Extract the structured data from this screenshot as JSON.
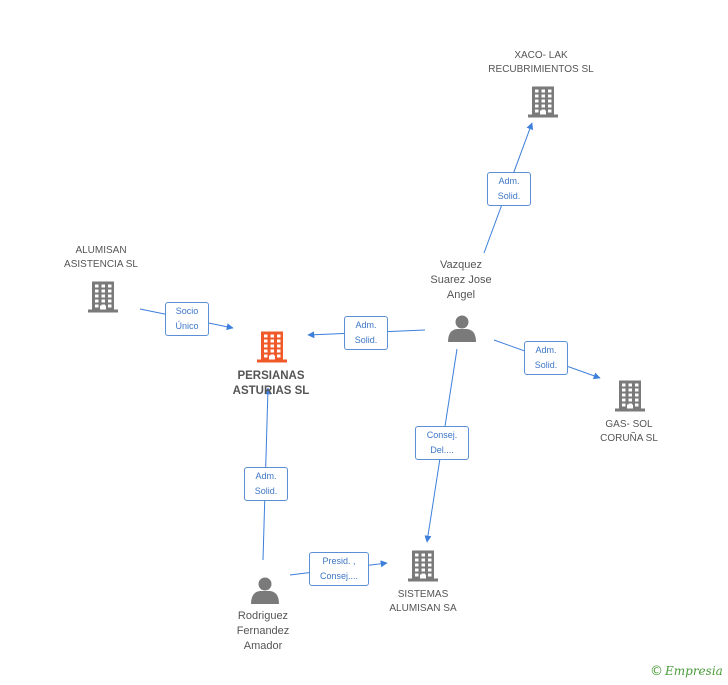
{
  "colors": {
    "edge": "#3d7fdb",
    "node_icon": "#7a7a7a",
    "focus_icon": "#f05a28",
    "box_border": "#5a8fd6",
    "box_text": "#3d76c5"
  },
  "nodes": [
    {
      "id": "xaco",
      "type": "company",
      "label": "XACO- LAK\nRECUBRIMIENTOS SL",
      "icon": "building-icon"
    },
    {
      "id": "alumisan_asist",
      "type": "company",
      "label": "ALUMISAN\nASISTENCIA  SL",
      "icon": "building-icon"
    },
    {
      "id": "vazquez",
      "type": "person",
      "label": "Vazquez\nSuarez Jose\nAngel",
      "icon": "person-icon"
    },
    {
      "id": "persianas",
      "type": "focus",
      "label": "PERSIANAS\nASTURIAS SL",
      "icon": "building-icon"
    },
    {
      "id": "gassol",
      "type": "company",
      "label": "GAS- SOL\nCORUÑA SL",
      "icon": "building-icon"
    },
    {
      "id": "sistemas",
      "type": "company",
      "label": "SISTEMAS\nALUMISAN SA",
      "icon": "building-icon"
    },
    {
      "id": "rodriguez",
      "type": "person",
      "label": "Rodriguez\nFernandez\nAmador",
      "icon": "person-icon"
    }
  ],
  "edges": [
    {
      "id": "e1",
      "from": "vazquez",
      "to": "xaco",
      "lines": [
        "Adm.",
        "Solid."
      ]
    },
    {
      "id": "e2",
      "from": "alumisan_asist",
      "to": "persianas",
      "lines": [
        "Socio",
        "Único"
      ]
    },
    {
      "id": "e3",
      "from": "vazquez",
      "to": "persianas",
      "lines": [
        "Adm.",
        "Solid."
      ]
    },
    {
      "id": "e4",
      "from": "vazquez",
      "to": "gassol",
      "lines": [
        "Adm.",
        "Solid."
      ]
    },
    {
      "id": "e5",
      "from": "vazquez",
      "to": "sistemas",
      "lines": [
        "Consej.",
        "Del...."
      ]
    },
    {
      "id": "e6",
      "from": "rodriguez",
      "to": "persianas",
      "lines": [
        "Adm.",
        "Solid."
      ]
    },
    {
      "id": "e7",
      "from": "rodriguez",
      "to": "sistemas",
      "lines": [
        "Presid. ,",
        "Consej...."
      ]
    }
  ],
  "footer": {
    "copyright_symbol": "©",
    "brand": "Empresia"
  }
}
